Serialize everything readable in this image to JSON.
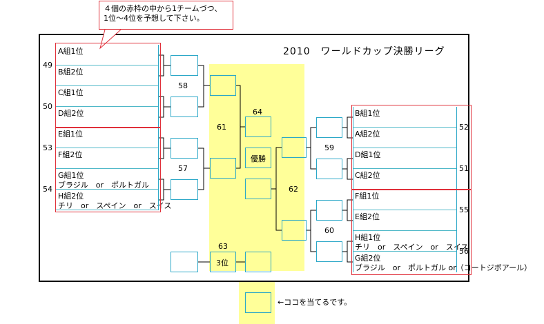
{
  "title": "2010　ワールドカップ決勝リーグ",
  "callout": {
    "line1": "４個の赤枠の中から1チームづつ、",
    "line2": "1位～4位を予想して下さい。"
  },
  "left_slots": [
    {
      "label": "A組1位",
      "sub": ""
    },
    {
      "label": "B組2位",
      "sub": ""
    },
    {
      "label": "C組1位",
      "sub": ""
    },
    {
      "label": "D組2位",
      "sub": ""
    },
    {
      "label": "E組1位",
      "sub": ""
    },
    {
      "label": "F組2位",
      "sub": ""
    },
    {
      "label": "G組1位",
      "sub": "ブラジル　or　ポルトガル"
    },
    {
      "label": "H組2位",
      "sub": "チリ　or　スペイン　or　スイス"
    }
  ],
  "right_slots": [
    {
      "label": "B組1位",
      "sub": ""
    },
    {
      "label": "A組2位",
      "sub": ""
    },
    {
      "label": "D組1位",
      "sub": ""
    },
    {
      "label": "C組2位",
      "sub": ""
    },
    {
      "label": "F組1位",
      "sub": ""
    },
    {
      "label": "E組2位",
      "sub": ""
    },
    {
      "label": "H組1位",
      "sub": "チリ　or　スペイン　or　スイス"
    },
    {
      "label": "G組2位",
      "sub": "ブラジル　or　ポルトガル or（コートジボアール）"
    }
  ],
  "match_numbers": {
    "m49": "49",
    "m50": "50",
    "m53": "53",
    "m54": "54",
    "m52": "52",
    "m51": "51",
    "m55": "55",
    "m56": "56",
    "m58": "58",
    "m57": "57",
    "m59": "59",
    "m60": "60",
    "m61": "61",
    "m62": "62",
    "m63": "63",
    "m64": "64"
  },
  "winner_label": "優勝",
  "third_label": "3位",
  "answer_note": "←ココを当てるです。",
  "colors": {
    "highlight": "#ffff99",
    "slot_border": "#2ca8c8",
    "group_frame": "#e0303a"
  }
}
